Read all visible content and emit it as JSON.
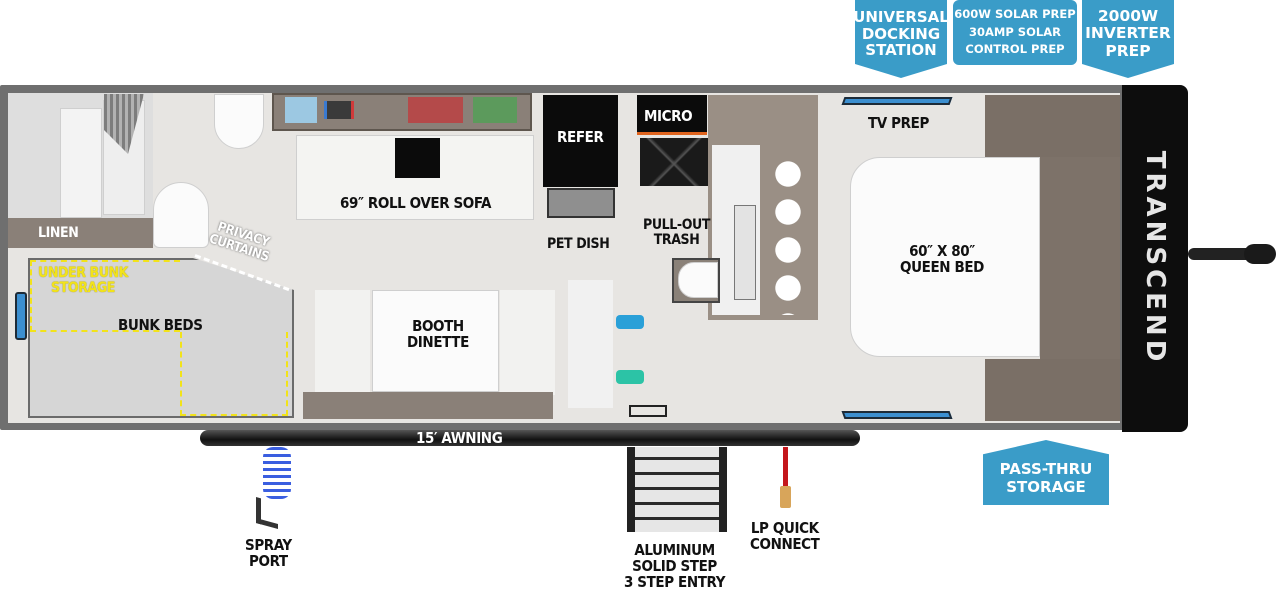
{
  "badges": {
    "universal_docking": [
      "UNIVERSAL",
      "DOCKING",
      "STATION"
    ],
    "solar": [
      "600W SOLAR PREP",
      "30AMP SOLAR",
      "CONTROL PREP"
    ],
    "inverter": [
      "2000W",
      "INVERTER",
      "PREP"
    ],
    "pass_thru": [
      "PASS-THRU",
      "STORAGE"
    ]
  },
  "rooms": {
    "linen": "LINEN",
    "privacy_curtains": [
      "PRIVACY",
      "CURTAINS"
    ],
    "under_bunk_storage": [
      "UNDER BUNK",
      "STORAGE"
    ],
    "bunk_beds": "BUNK BEDS",
    "sofa": "69″ ROLL OVER SOFA",
    "refer": "REFER",
    "micro": "MICRO",
    "pet_dish": "PET DISH",
    "pull_out_trash": [
      "PULL-OUT",
      "TRASH"
    ],
    "booth_dinette": [
      "BOOTH",
      "DINETTE"
    ],
    "tv_prep": "TV PREP",
    "queen_bed": [
      "60″ x 80″",
      "QUEEN BED"
    ],
    "brand": "TRANSCEND"
  },
  "exterior": {
    "awning": "15′ AWNING",
    "spray_port": [
      "SPRAY",
      "PORT"
    ],
    "step_entry": [
      "ALUMINUM",
      "SOLID STEP",
      "3 STEP ENTRY"
    ],
    "lp_quick_connect": [
      "LP QUICK",
      "CONNECT"
    ]
  },
  "colors": {
    "badge_blue": "#3a9cc8",
    "storage_yellow": "#f2e31a",
    "shell_gray": "#6f6f6f",
    "window_blue": "#3c8fd0"
  }
}
